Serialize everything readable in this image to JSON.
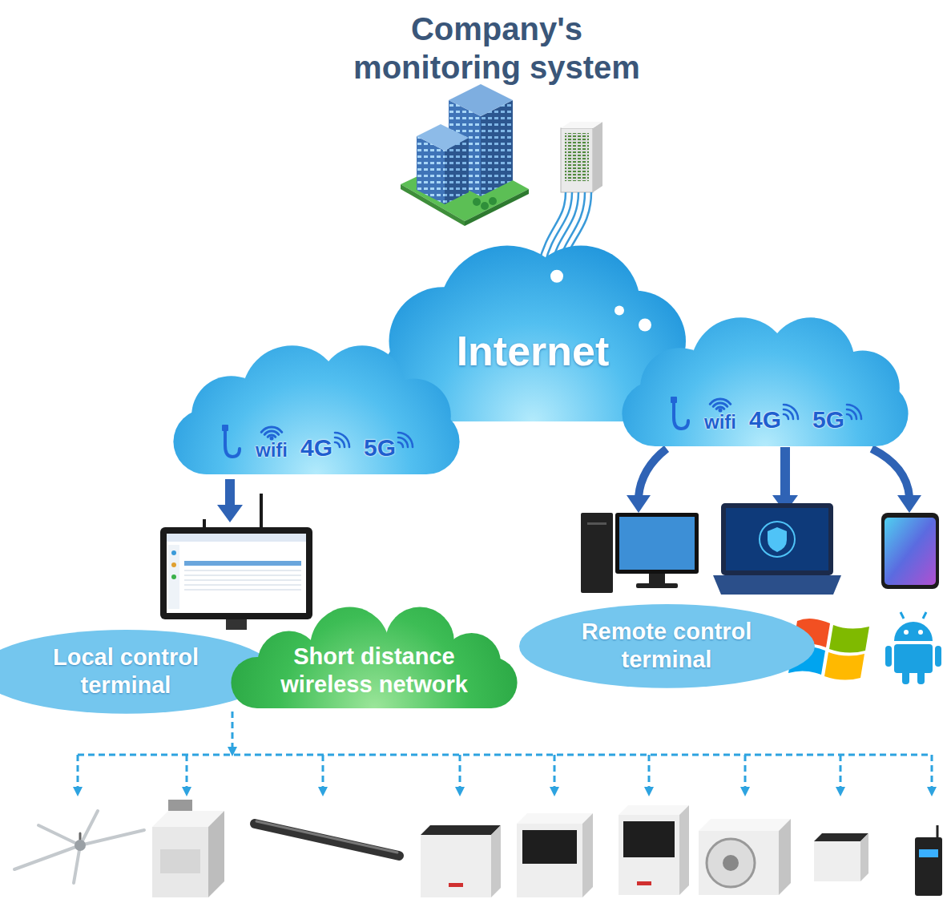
{
  "diagram": {
    "title": "Company's monitoring system",
    "nodes": [
      {
        "text": [
          "Internet"
        ]
      },
      {
        "text": [
          "wifi",
          "4G",
          "5G"
        ]
      },
      {
        "text": [
          "wifi",
          "4G",
          "5G"
        ]
      },
      {
        "text": [
          "Local control terminal"
        ]
      },
      {
        "text": [
          "Short distance wireless network"
        ]
      },
      {
        "text": [
          "Remote control terminal"
        ]
      }
    ]
  }
}
